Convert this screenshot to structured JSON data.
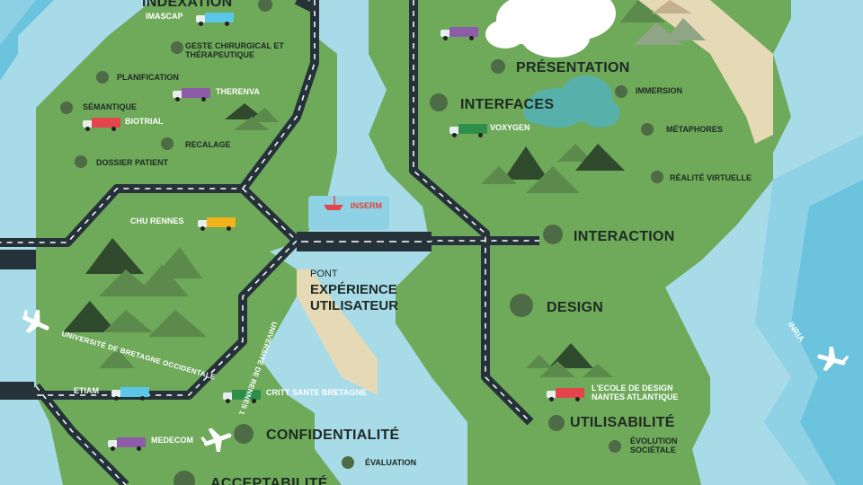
{
  "colors": {
    "water": "#a8dbe8",
    "ocean": "#6cc3dd",
    "land": "#6fa95a",
    "road": "#26323a",
    "sand": "#e6d9b5",
    "mountain_dark": "#2f4a2c",
    "mountain_light": "#5b8a4c",
    "dot": "#4d6b45"
  },
  "regions": {
    "indexation": "INDEXATION",
    "presentation": "PRÉSENTATION",
    "interfaces": "INTERFACES",
    "interaction": "INTERACTION",
    "design": "DESIGN",
    "utilisabilite": "UTILISABILITÉ",
    "confidentialite": "CONFIDENTIALITÉ",
    "bottom_cut": "ACCEPTABILITÉ"
  },
  "bridge": {
    "prefix": "PONT",
    "line1": "EXPÉRIENCE",
    "line2": "UTILISATEUR"
  },
  "topics": {
    "geste": "GESTE CHIRURGICAL ET THÉRAPEUTIQUE",
    "planification": "PLANIFICATION",
    "semantique": "SÉMANTIQUE",
    "recalage": "RECALAGE",
    "dossier_patient": "DOSSIER PATIENT",
    "immersion": "IMMERSION",
    "metaphores": "MÉTAPHORES",
    "realite_virtuelle": "RÉALITÉ VIRTUELLE",
    "evolution_societale": "ÉVOLUTION SOCIÉTALE",
    "evaluation": "ÉVALUATION"
  },
  "partners": {
    "imascap": "IMASCAP",
    "therenva": "THERENVA",
    "biotrial": "BIOTRIAL",
    "chu_rennes": "CHU RENNES",
    "etiam": "ETIAM",
    "medecom": "MEDECOM",
    "critt": "CRITT SANTE BRETAGNE",
    "voxygen": "VOXYGEN",
    "ecole_design": "L'ECOLE DE DESIGN NANTES ATLANTIQUE"
  },
  "markers": {
    "inserm": "INSERM",
    "inria": "INRIA"
  },
  "road_labels": {
    "ubo": "UNIVERSITÉ DE BRETAGNE OCCIDENTALE",
    "ur1": "UNIVERSITÉ DE RENNES 1"
  },
  "truck_colors": {
    "imascap": "#5bc6e8",
    "therenva": "#8c5ca8",
    "biotrial": "#e4454c",
    "chu_rennes": "#f2b21a",
    "etiam": "#5bc6e8",
    "medecom": "#8c5ca8",
    "critt": "#2f8f4a",
    "voxygen": "#2f8f4a",
    "ecole_design": "#e4454c",
    "top_center": "#8c5ca8"
  }
}
